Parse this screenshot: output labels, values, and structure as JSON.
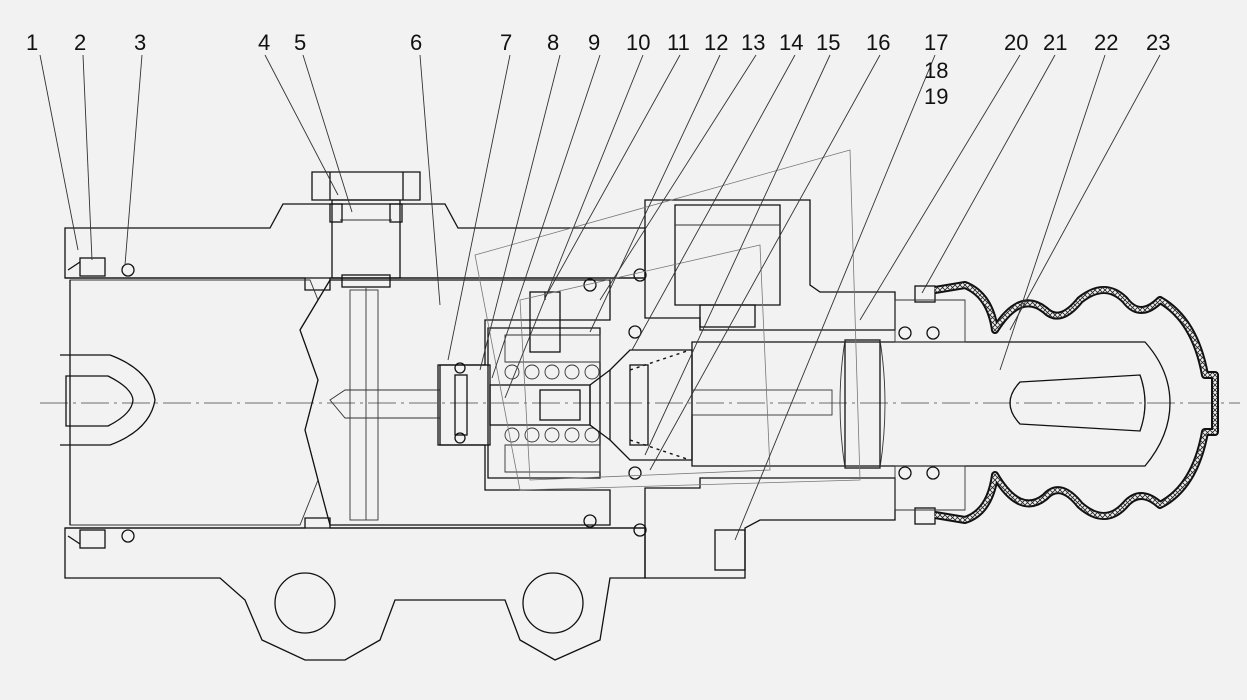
{
  "part_numbers": [
    "1",
    "2",
    "3",
    "4",
    "5",
    "6",
    "7",
    "8",
    "9",
    "10",
    "11",
    "12",
    "13",
    "14",
    "15",
    "16",
    "17",
    "18",
    "19",
    "20",
    "21",
    "22",
    "23"
  ]
}
